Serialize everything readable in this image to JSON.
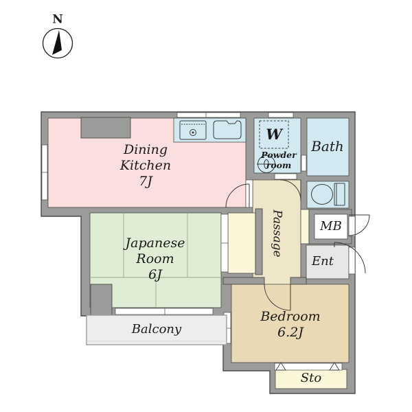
{
  "compass": {
    "north_label": "N"
  },
  "rooms": {
    "dining_kitchen": {
      "name_line1": "Dining",
      "name_line2": "Kitchen",
      "area": "7J"
    },
    "japanese_room": {
      "name_line1": "Japanese",
      "name_line2": "Room",
      "area": "6J"
    },
    "bedroom": {
      "name": "Bedroom",
      "area": "6.2J"
    },
    "bath": {
      "name": "Bath"
    },
    "powder_room": {
      "name_line1": "Powder",
      "name_line2": "room",
      "washer_label": "W"
    },
    "passage": {
      "name": "Passage"
    },
    "entrance": {
      "name": "Ent"
    },
    "meter_box": {
      "name": "MB"
    },
    "balcony": {
      "name": "Balcony"
    },
    "storage": {
      "name": "Sto"
    }
  },
  "icons": [
    "compass-north-icon",
    "stove-icon",
    "kitchen-sink-icon",
    "washer-space-icon",
    "wash-basin-icon",
    "toilet-icon",
    "door-swing-icon",
    "closet-door-icon"
  ],
  "colors": {
    "wall": "#9b9b99",
    "wall_outline": "#4a4a48",
    "dining_kitchen": "#fbdede",
    "water_rooms": "#d3e9f1",
    "japanese_room": "#deedd3",
    "passage": "#efe5c9",
    "closet_storage": "#faf6d8",
    "bedroom": "#e9d9b4",
    "entrance": "#e7e7e5",
    "balcony": "#ededeb",
    "meter_box": "#ffffff"
  }
}
